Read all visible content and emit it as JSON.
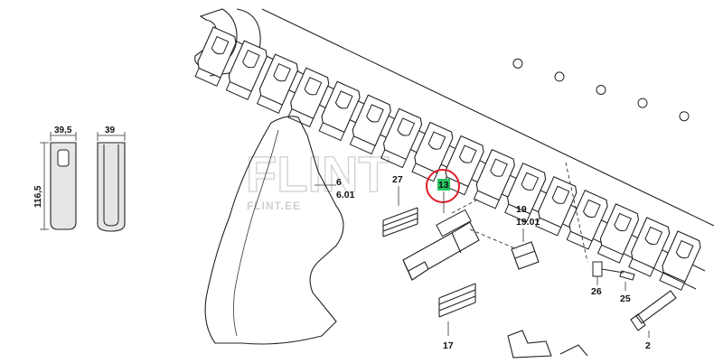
{
  "watermark": {
    "logo_text": "FLINT",
    "site_text": "FLINT.EE"
  },
  "dimensions": {
    "width_front": "39,5",
    "width_side": "39",
    "height": "116,5"
  },
  "callouts": {
    "c6": "6",
    "c6_01": "6.01",
    "c27": "27",
    "c13": "13",
    "c19": "19",
    "c19_01": "19.01",
    "c26": "26",
    "c25": "25",
    "c17": "17",
    "c2": "2"
  },
  "highlight": {
    "part_number": "13",
    "badge_color": "#22c55e",
    "ring_color": "#e11d2a"
  }
}
